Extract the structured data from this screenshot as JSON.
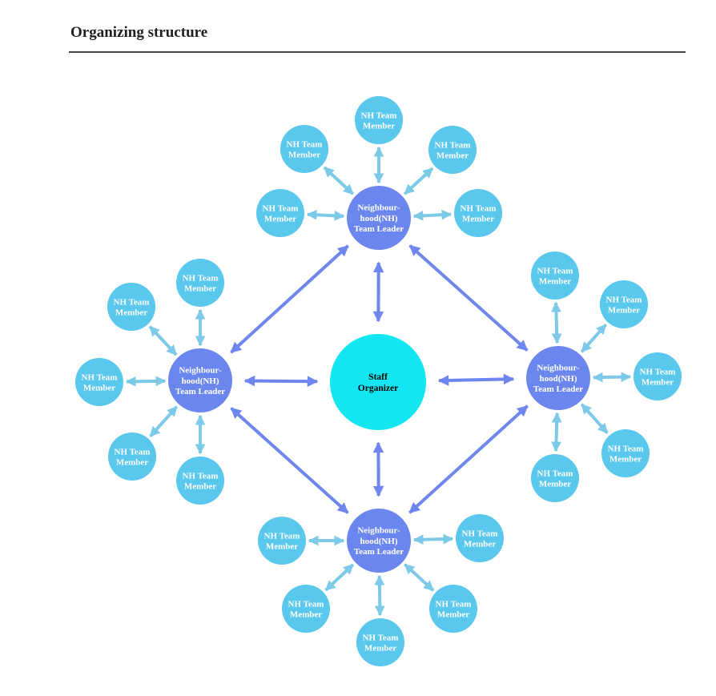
{
  "page": {
    "heading": "Organizing structure"
  },
  "colors": {
    "member_fill": "#5ac7ec",
    "leader_fill": "#6b86ee",
    "center_fill": "#13e6f0",
    "member_arrow": "#7cc9e8",
    "leader_arrow": "#6f86ee",
    "text_light": "#ffffff",
    "text_dark": "#000000"
  },
  "diagram": {
    "center": {
      "lines": [
        "Staff",
        "Organizer"
      ]
    },
    "leaders": [
      {
        "id": "leader-top",
        "lines": [
          "Neighbour-",
          "hood(NH)",
          "Team Leader"
        ]
      },
      {
        "id": "leader-left",
        "lines": [
          "Neighbour-",
          "hood(NH)",
          "Team Leader"
        ]
      },
      {
        "id": "leader-right",
        "lines": [
          "Neighbour-",
          "hood(NH)",
          "Team Leader"
        ]
      },
      {
        "id": "leader-bottom",
        "lines": [
          "Neighbour-",
          "hood(NH)",
          "Team Leader"
        ]
      }
    ],
    "member_lines": [
      "NH Team",
      "Member"
    ]
  }
}
